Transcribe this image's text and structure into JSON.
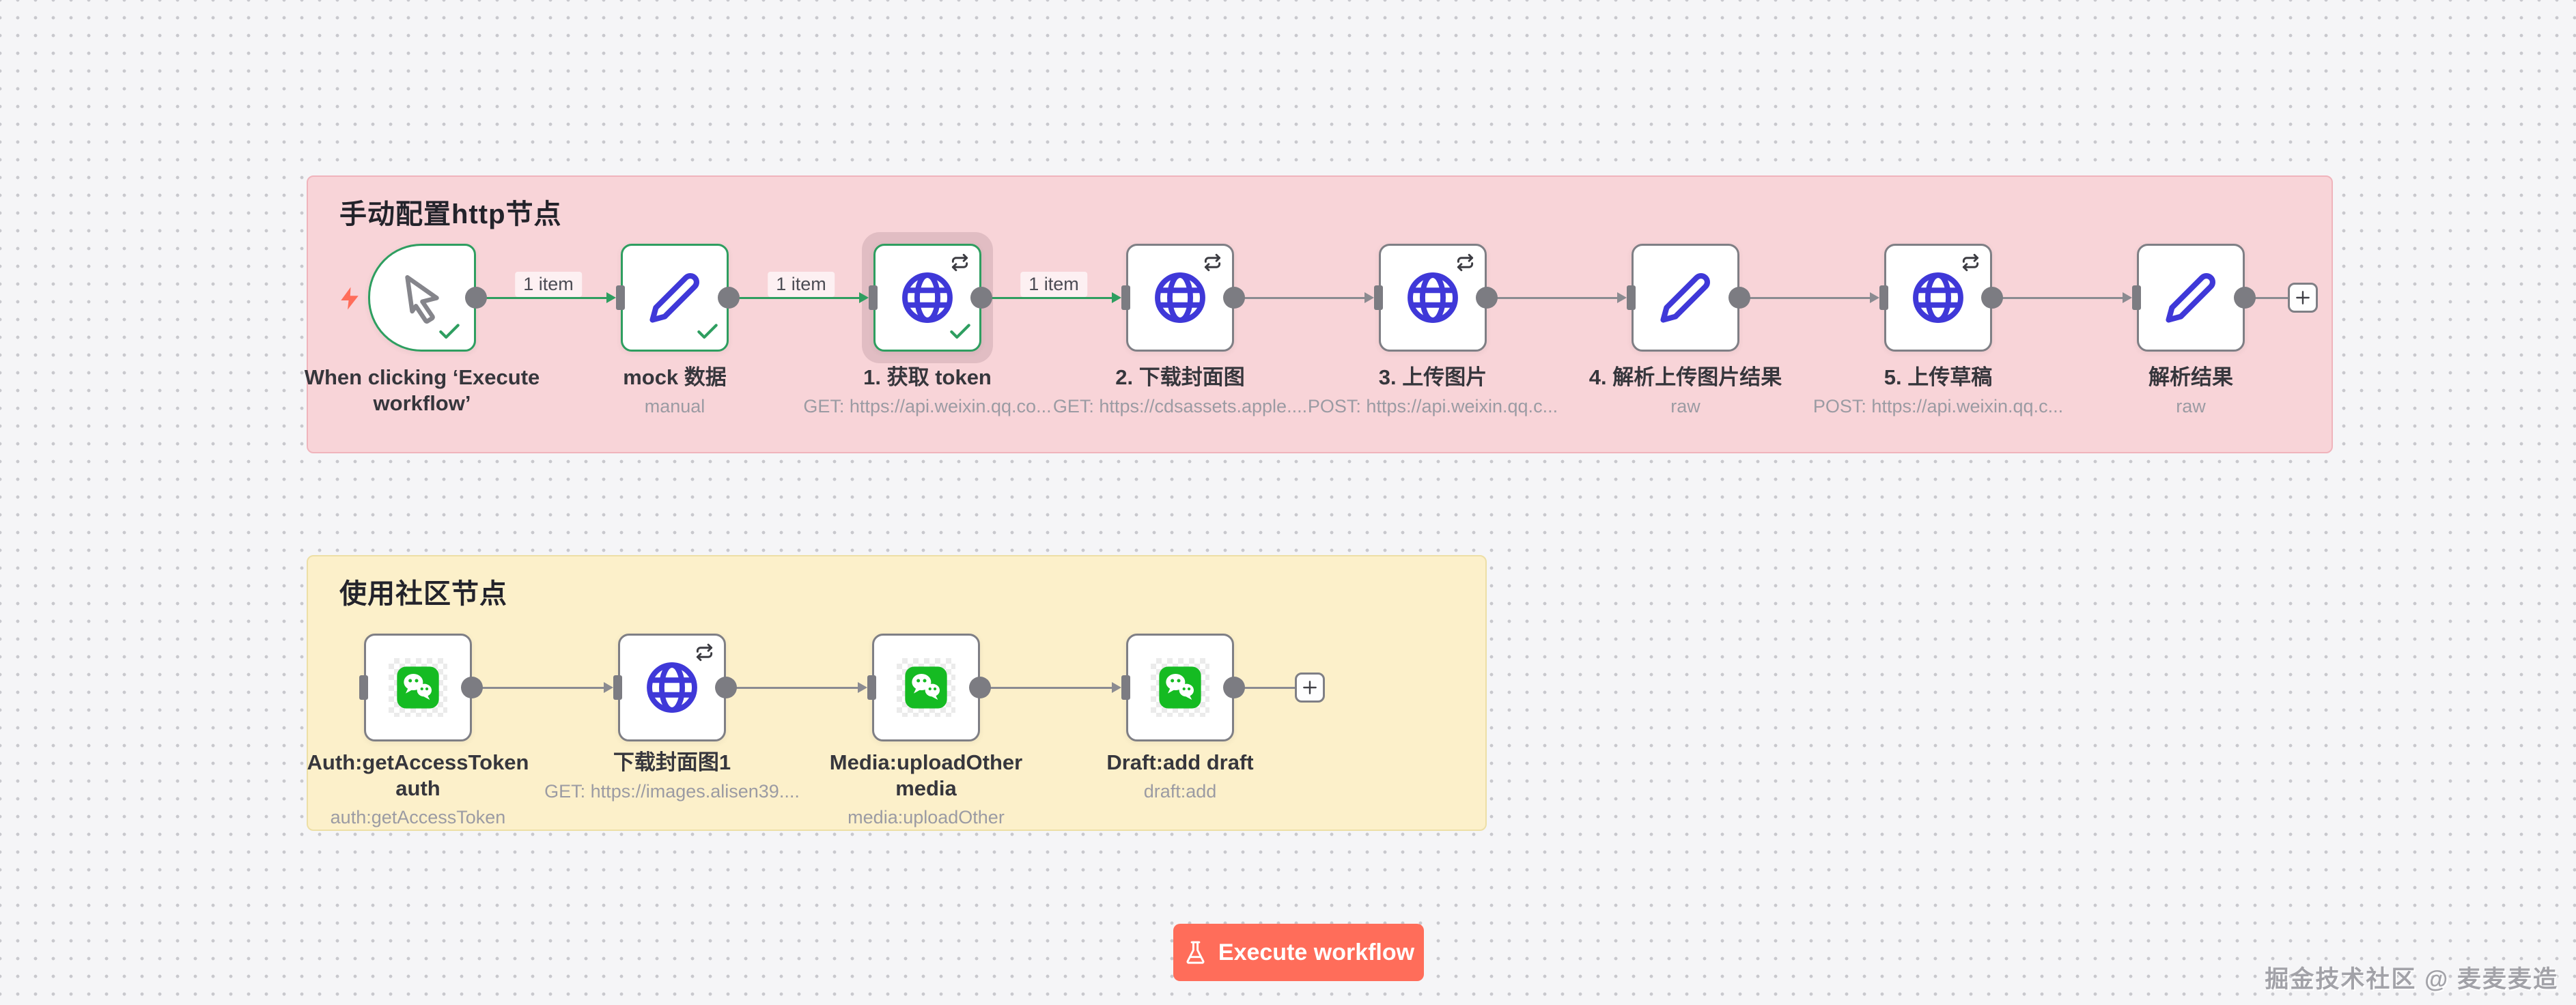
{
  "groups": [
    {
      "title": "手动配置http节点",
      "color": "#f8d4d8"
    },
    {
      "title": "使用社区节点",
      "color": "#fcf0ca"
    }
  ],
  "nodes": [
    {
      "name": "When clicking ‘Execute workflow’",
      "sub": "",
      "icon": "mouse-pointer-icon",
      "state": "success"
    },
    {
      "name": "mock 数据",
      "sub": "manual",
      "icon": "pencil-icon",
      "state": "success"
    },
    {
      "name": "1. 获取 token",
      "sub": "GET: https://api.weixin.qq.co...",
      "icon": "globe-icon",
      "state": "success",
      "retry": true,
      "selected": true
    },
    {
      "name": "2. 下载封面图",
      "sub": "GET: https://cdsassets.apple....",
      "icon": "globe-icon",
      "retry": true
    },
    {
      "name": "3. 上传图片",
      "sub": "POST: https://api.weixin.qq.c...",
      "icon": "globe-icon",
      "retry": true
    },
    {
      "name": "4. 解析上传图片结果",
      "sub": "raw",
      "icon": "pencil-icon"
    },
    {
      "name": "5. 上传草稿",
      "sub": "POST: https://api.weixin.qq.c...",
      "icon": "globe-icon",
      "retry": true
    },
    {
      "name": "解析结果",
      "sub": "raw",
      "icon": "pencil-icon"
    },
    {
      "name": "Auth:getAccessToken auth",
      "sub": "auth:getAccessToken",
      "icon": "wechat-icon"
    },
    {
      "name": "下载封面图1",
      "sub": "GET: https://images.alisen39....",
      "icon": "globe-icon",
      "retry": true
    },
    {
      "name": "Media:uploadOther media",
      "sub": "media:uploadOther",
      "icon": "wechat-icon"
    },
    {
      "name": "Draft:add draft",
      "sub": "draft:add",
      "icon": "wechat-icon"
    }
  ],
  "connections": {
    "labeled": [
      "1 item",
      "1 item",
      "1 item"
    ]
  },
  "execute_button": {
    "label": "Execute workflow",
    "color": "#ff6d5a"
  },
  "watermark": "掘金技术社区 @ 麦麦麦造",
  "colors": {
    "success_green": "#2e9e60",
    "idle_gray": "#7f7f85",
    "http_icon_blue": "#3f38d8",
    "wechat_green": "#15bb22",
    "accent_coral": "#ff6d5a",
    "canvas": "#f5f5f7",
    "group_pink": "#f8d4d8",
    "group_yellow": "#fcf0ca"
  }
}
